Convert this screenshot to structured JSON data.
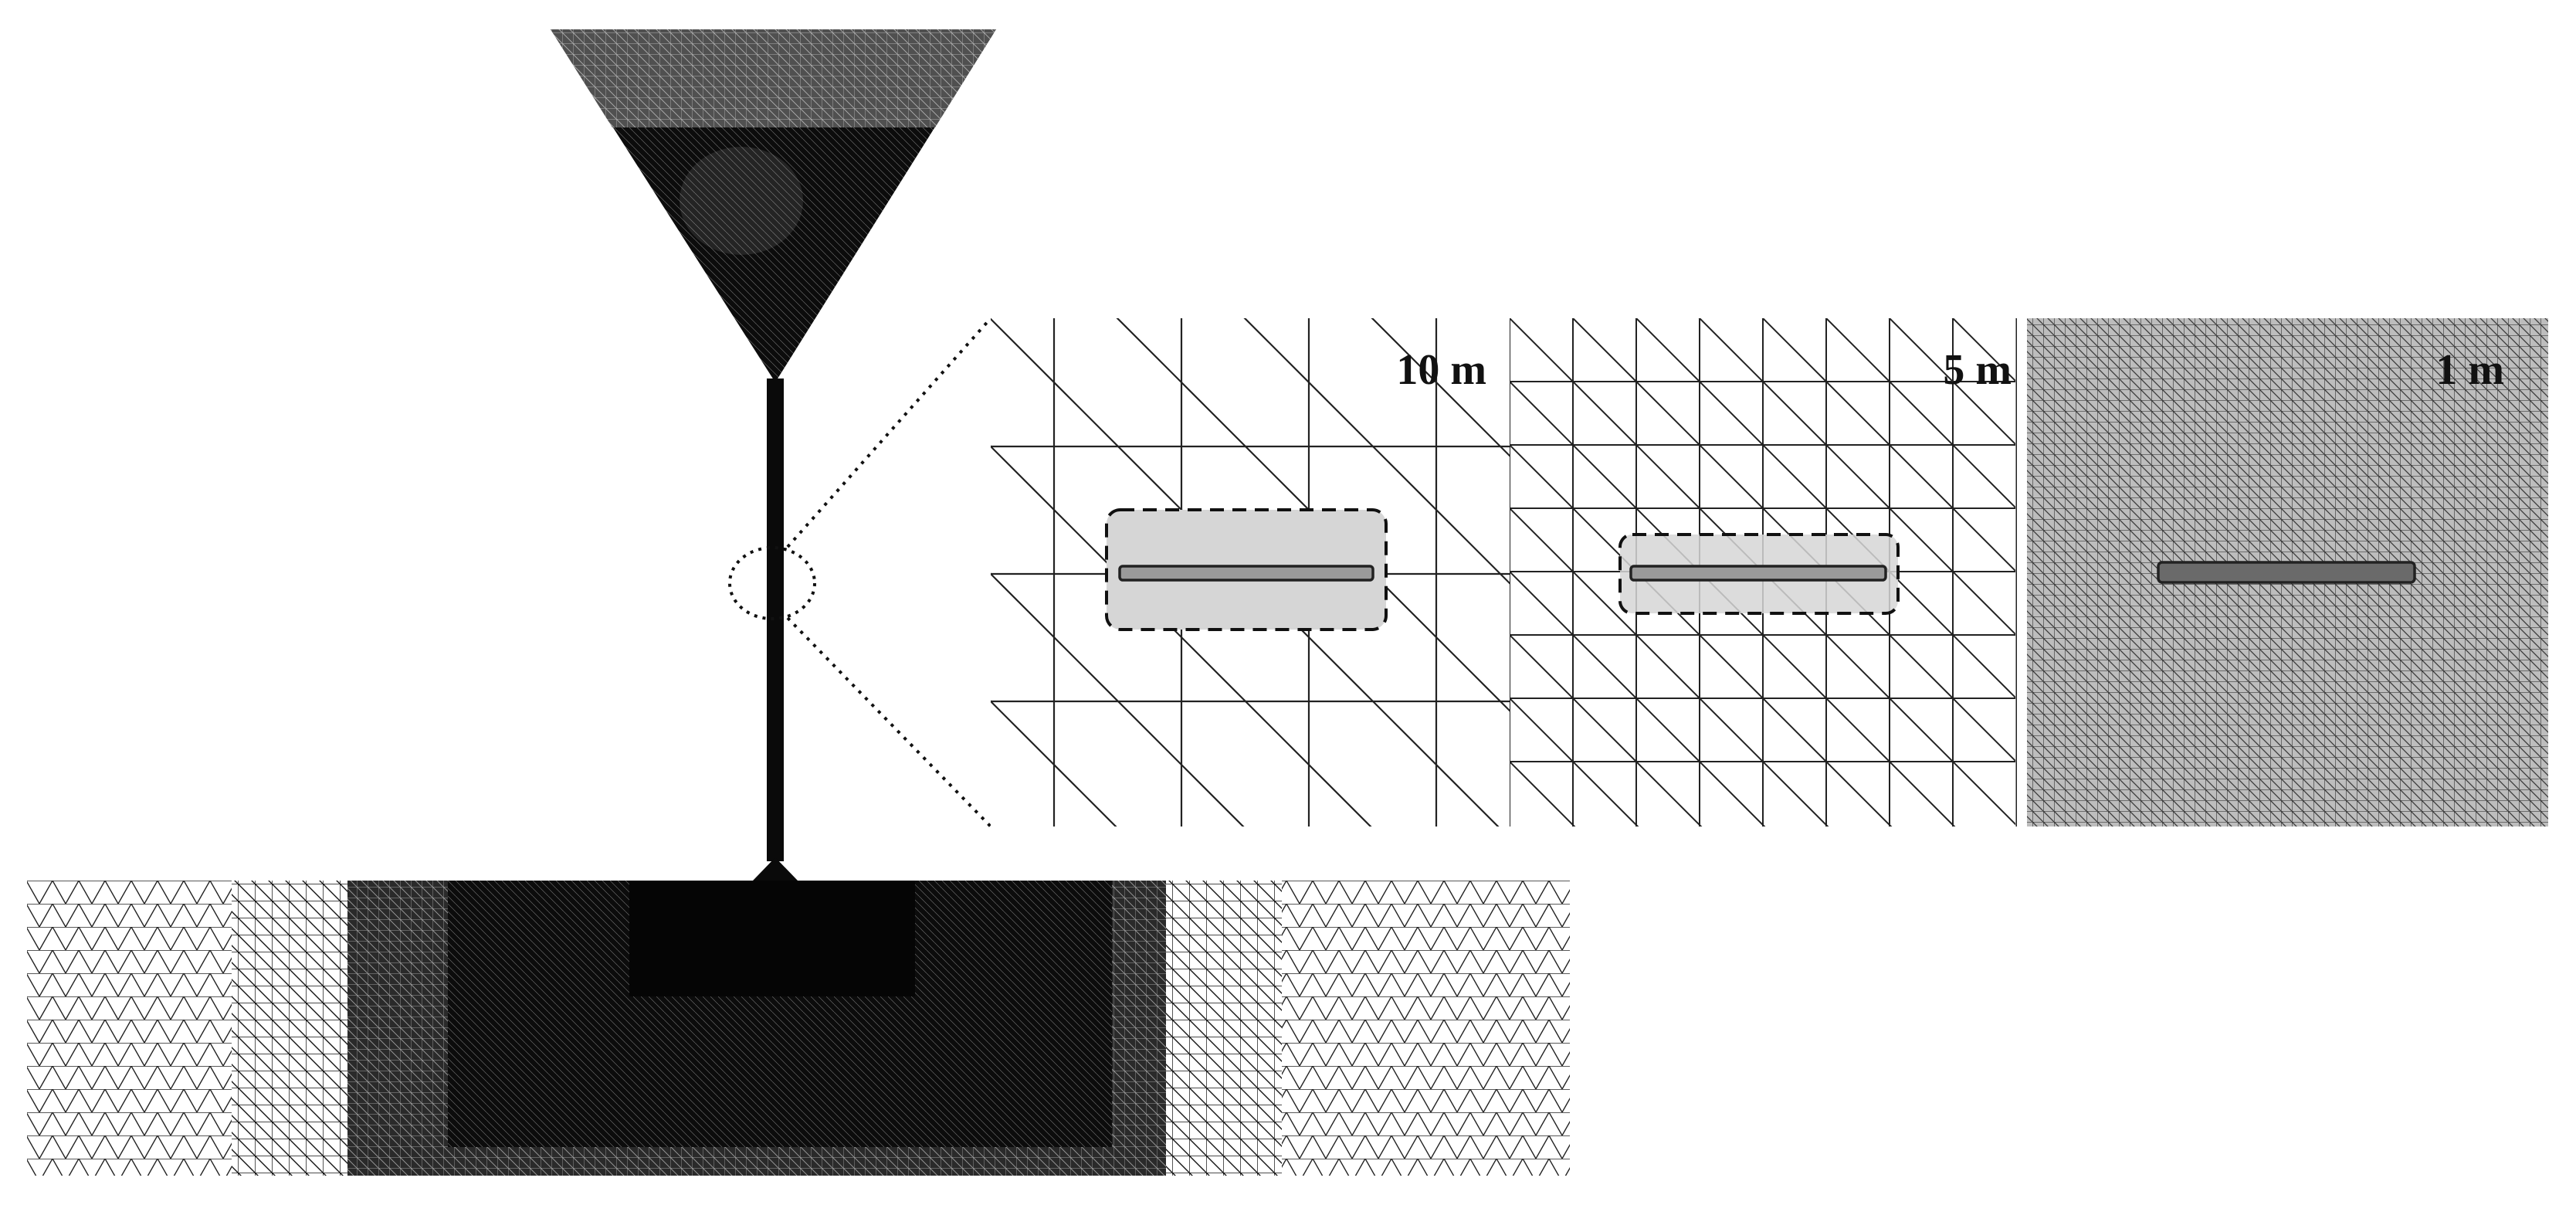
{
  "figure": {
    "panels": [
      {
        "id": "coarse",
        "label": "10 m",
        "mesh": "triangular-structured"
      },
      {
        "id": "medium",
        "label": "5 m",
        "mesh": "triangular-structured"
      },
      {
        "id": "fine",
        "label": "1 m",
        "mesh": "triangular-fine"
      }
    ]
  },
  "colors": {
    "mesh_line": "#3a3a3a",
    "dense_mesh": "#0c0c0c",
    "highlight_fill": "#d9d9d9",
    "background": "#ffffff"
  }
}
